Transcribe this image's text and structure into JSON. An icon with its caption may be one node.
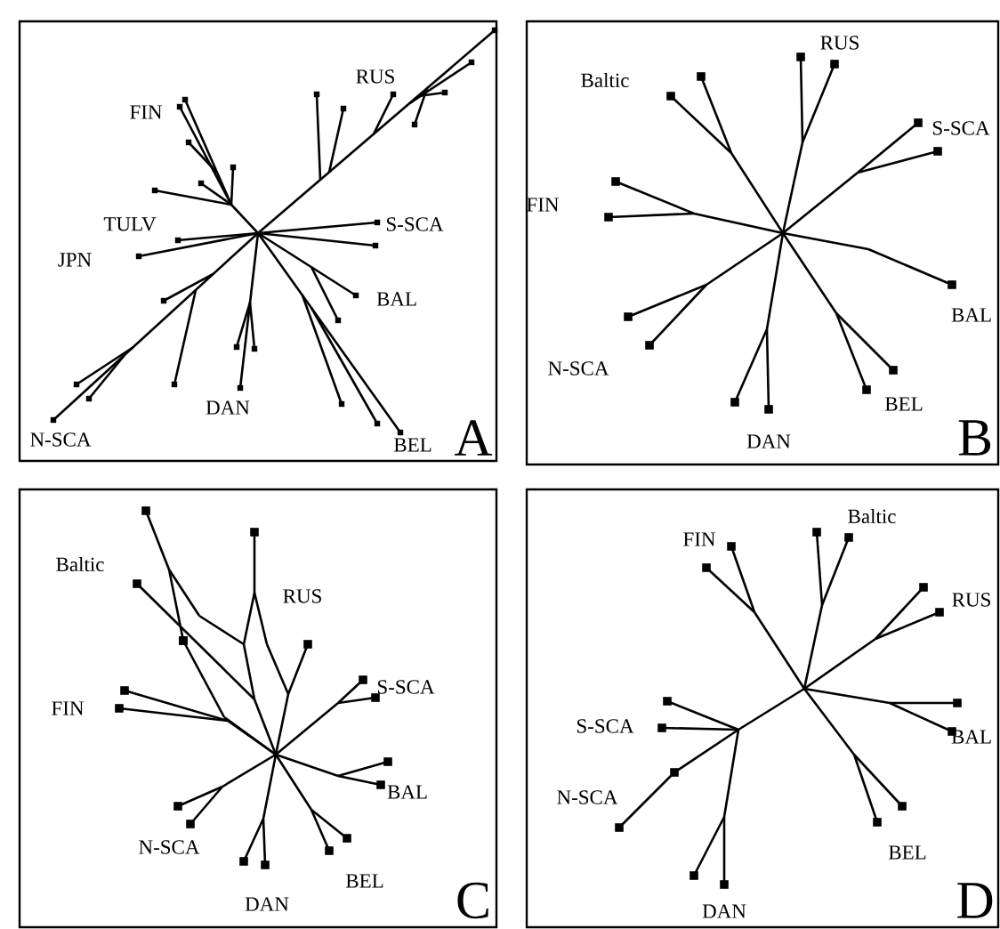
{
  "diagram": {
    "nodes": [
      {
        "text": [
          "A"
        ]
      },
      {
        "text": [
          "B"
        ]
      },
      {
        "text": [
          "C"
        ]
      },
      {
        "text": [
          "D"
        ]
      }
    ],
    "labels": [
      "RUS",
      "FIN",
      "TULV",
      "S-SCA",
      "JPN",
      "BAL",
      "DAN",
      "N-SCA",
      "BEL",
      "RUS",
      "Baltic",
      "S-SCA",
      "FIN",
      "BAL",
      "N-SCA",
      "BEL",
      "DAN",
      "Baltic",
      "RUS",
      "FIN",
      "S-SCA",
      "BAL",
      "N-SCA",
      "BEL",
      "DAN",
      "Baltic",
      "FIN",
      "RUS",
      "S-SCA",
      "BAL",
      "N-SCA",
      "BEL",
      "DAN"
    ]
  }
}
